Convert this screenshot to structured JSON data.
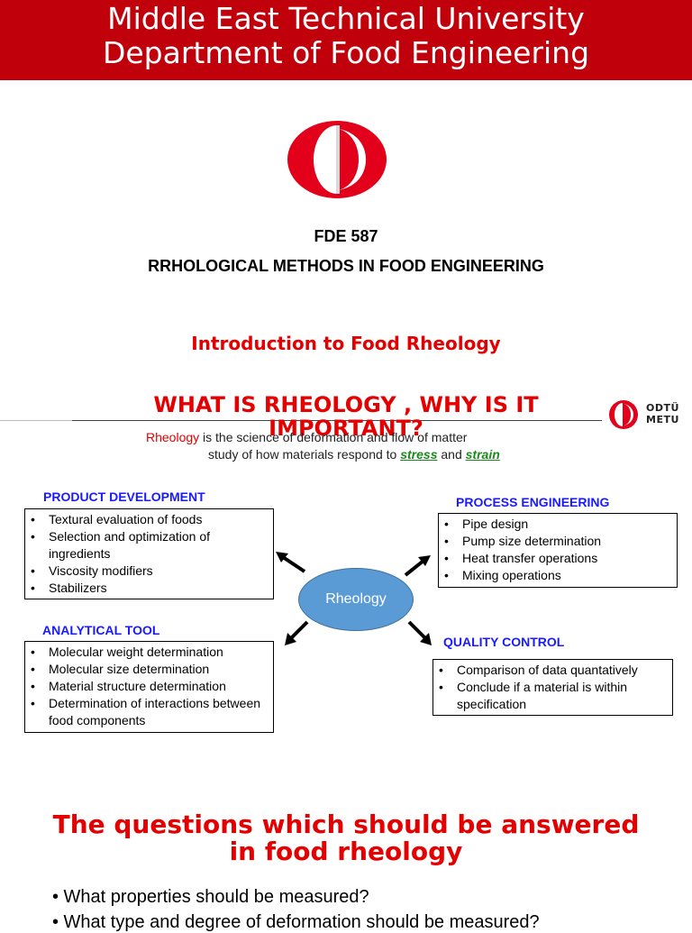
{
  "header": {
    "line1": "Middle East Technical University",
    "line2": "Department of Food Engineering",
    "bg_color": "#c0000b"
  },
  "course": {
    "code": "FDE 587",
    "title": "RRHOLOGICAL METHODS IN FOOD ENGINEERING"
  },
  "intro_title": "Introduction to Food Rheology",
  "slide2": {
    "title_line1": "WHAT IS RHEOLOGY , WHY IS IT",
    "title_line2": "IMPORTANT?",
    "logo_text_line1": "ODTÜ",
    "logo_text_line2": "METU",
    "definition": {
      "term": "Rheology",
      "rest": " is the science of deformation and flow of matter",
      "line2_prefix": "study of how materials respond to ",
      "stress": "stress",
      "and": " and ",
      "strain": "strain"
    },
    "center_label": "Rheology",
    "product_development": {
      "title": "PRODUCT DEVELOPMENT",
      "items": [
        "Textural evaluation of foods",
        "Selection and optimization of ingredients",
        "Viscosity modifiers",
        "Stabilizers"
      ]
    },
    "process_engineering": {
      "title": "PROCESS ENGINEERING",
      "items": [
        "Pipe design",
        "Pump size determination",
        "Heat transfer operations",
        "Mixing operations"
      ]
    },
    "analytical_tool": {
      "title": "ANALYTICAL TOOL",
      "items": [
        "Molecular weight determination",
        "Molecular size determination",
        "Material structure determination",
        "Determination of interactions between food components"
      ]
    },
    "quality_control": {
      "title": "QUALITY CONTROL",
      "items": [
        "Comparison of data quantatively",
        "Conclude if a material is within specification"
      ]
    }
  },
  "slide3": {
    "title_line1": "The questions which should be answered",
    "title_line2": "in food rheology",
    "items": [
      "• What properties should be measured?",
      "• What type and degree of deformation should be measured?"
    ]
  },
  "colors": {
    "accent_red": "#e40000",
    "section_blue": "#1a1aff",
    "ellipse_blue": "#5b9bd5",
    "green": "#1a8a1a"
  }
}
